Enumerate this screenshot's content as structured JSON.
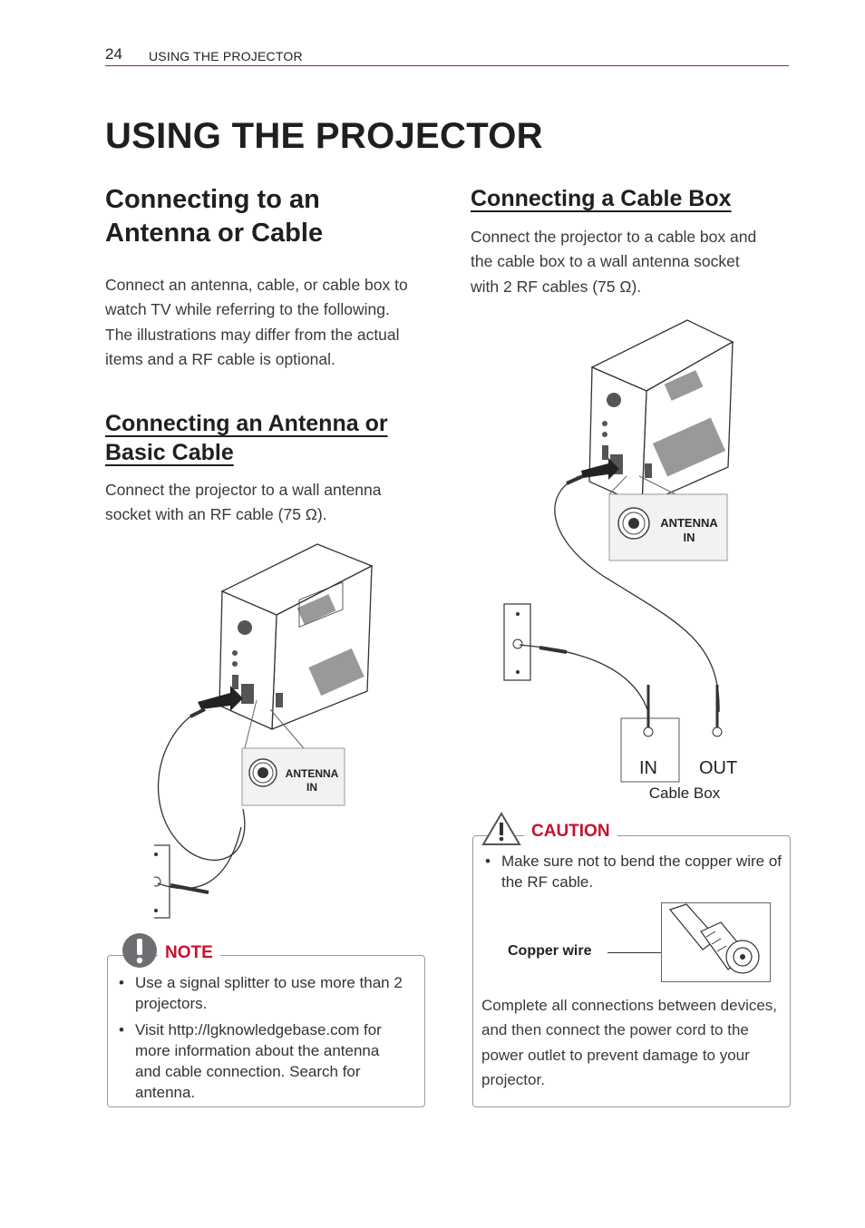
{
  "header": {
    "page_number": "24",
    "running_head": "USING THE PROJECTOR"
  },
  "page_title": "USING THE PROJECTOR",
  "left": {
    "heading": "Connecting to an Antenna or Cable",
    "intro": "Connect an antenna, cable, or cable box to watch TV while referring to the following. The illustrations may differ from the actual items and a RF cable is optional.",
    "sub_heading": "Connecting an Antenna or Basic Cable",
    "sub_text": "Connect the projector to a wall antenna socket with an RF cable (75 Ω).",
    "figure": {
      "port_label_1": "ANTENNA",
      "port_label_2": "IN"
    },
    "note": {
      "label": "NOTE",
      "items": [
        "Use a signal splitter to use more than 2 projectors.",
        "Visit http://lgknowledgebase.com for more information about the antenna and cable connection. Search for antenna."
      ]
    }
  },
  "right": {
    "heading": "Connecting a Cable Box",
    "text": "Connect the projector to a cable box and the cable box to a wall antenna socket with 2 RF cables (75 Ω).",
    "figure": {
      "port_label_1": "ANTENNA",
      "port_label_2": "IN",
      "in_label": "IN",
      "out_label": "OUT",
      "cable_box_label": "Cable Box"
    },
    "caution": {
      "label": "CAUTION",
      "items": [
        "Make sure not to bend the copper wire of the RF cable."
      ],
      "copper_wire_label": "Copper wire",
      "footer": "Complete all connections between devices, and then connect the power cord to the power outlet to prevent damage to your projector."
    }
  }
}
